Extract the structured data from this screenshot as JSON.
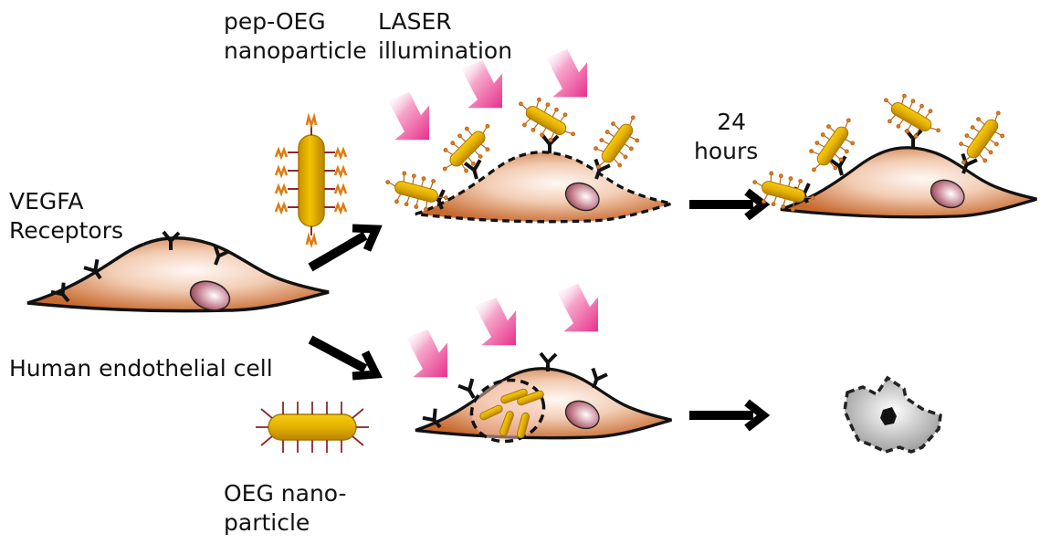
{
  "labels": {
    "vegfa_line1": "VEGFA",
    "vegfa_line2": "Receptors",
    "cell": "Human endothelial cell",
    "pep_line1": "pep-OEG",
    "pep_line2": "nanoparticle",
    "laser_line1": "LASER",
    "laser_line2": "illumination",
    "time_line1": "24",
    "time_line2": "hours",
    "oeg_line1": "OEG nano-",
    "oeg_line2": "particle"
  },
  "colors": {
    "cell_edge": "#c8692e",
    "cell_center": "#fff6f2",
    "nucleus": "#9c4a5c",
    "gold": "#e8b400",
    "gold_dark": "#b88400",
    "laser": "#e8308a",
    "ligand": "#8b2a2a",
    "dead_cell": "#b8b8b8"
  }
}
